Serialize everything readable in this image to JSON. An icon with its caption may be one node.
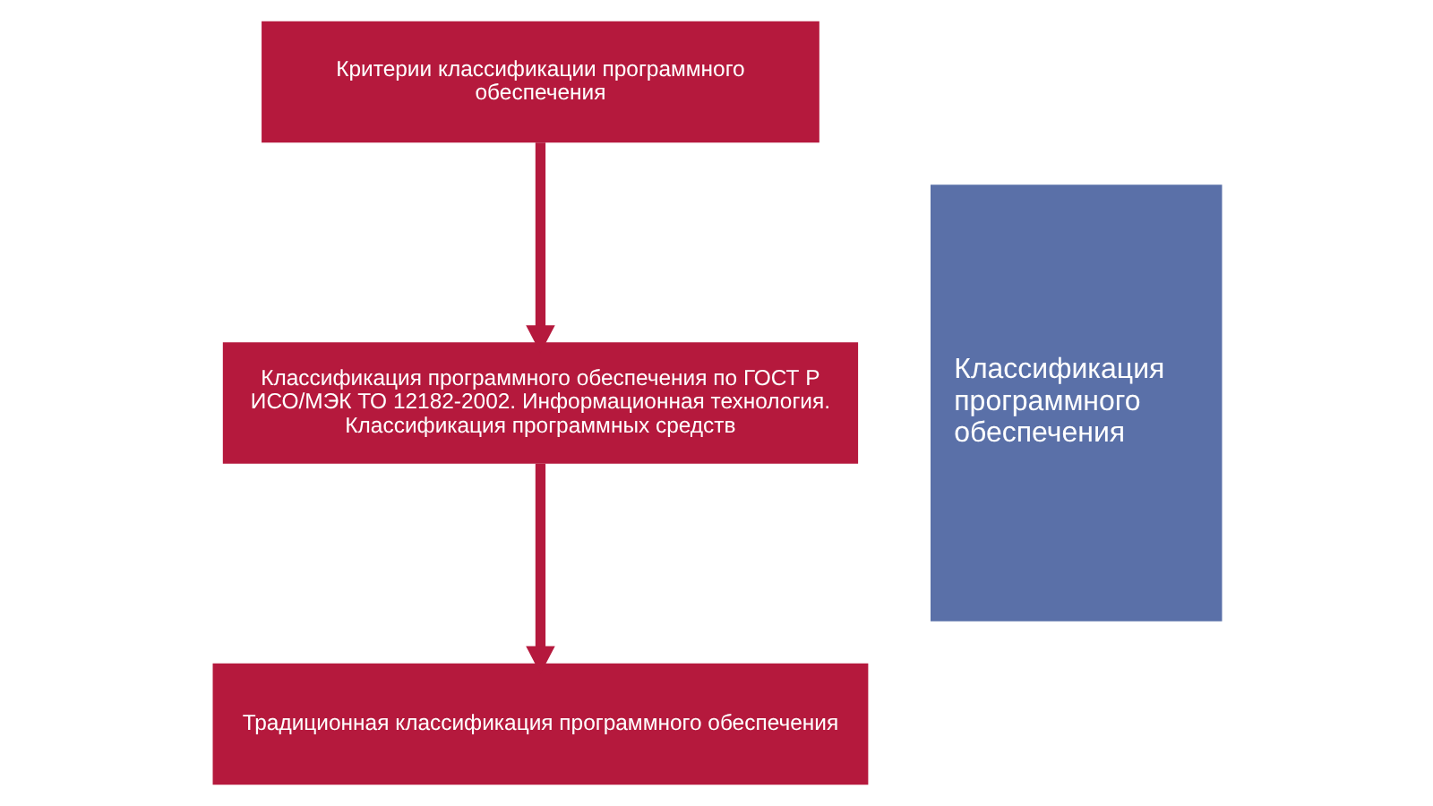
{
  "diagram": {
    "nodes": [
      {
        "text": [
          "Критерии классификации программного обеспечения"
        ]
      },
      {
        "text": [
          "Классификация программного обеспечения по ГОСТ Р ИСО/МЭК ТО 12182-2002. Информационная технология. Классификация программных средств"
        ]
      },
      {
        "text": [
          "Традиционная классификация программного обеспечения"
        ]
      },
      {
        "text": [
          "Классификация программного обеспечения"
        ]
      }
    ],
    "edges": [
      {
        "from": 0,
        "to": 1,
        "arrow": "to"
      },
      {
        "from": 1,
        "to": 2,
        "arrow": "to"
      }
    ]
  }
}
